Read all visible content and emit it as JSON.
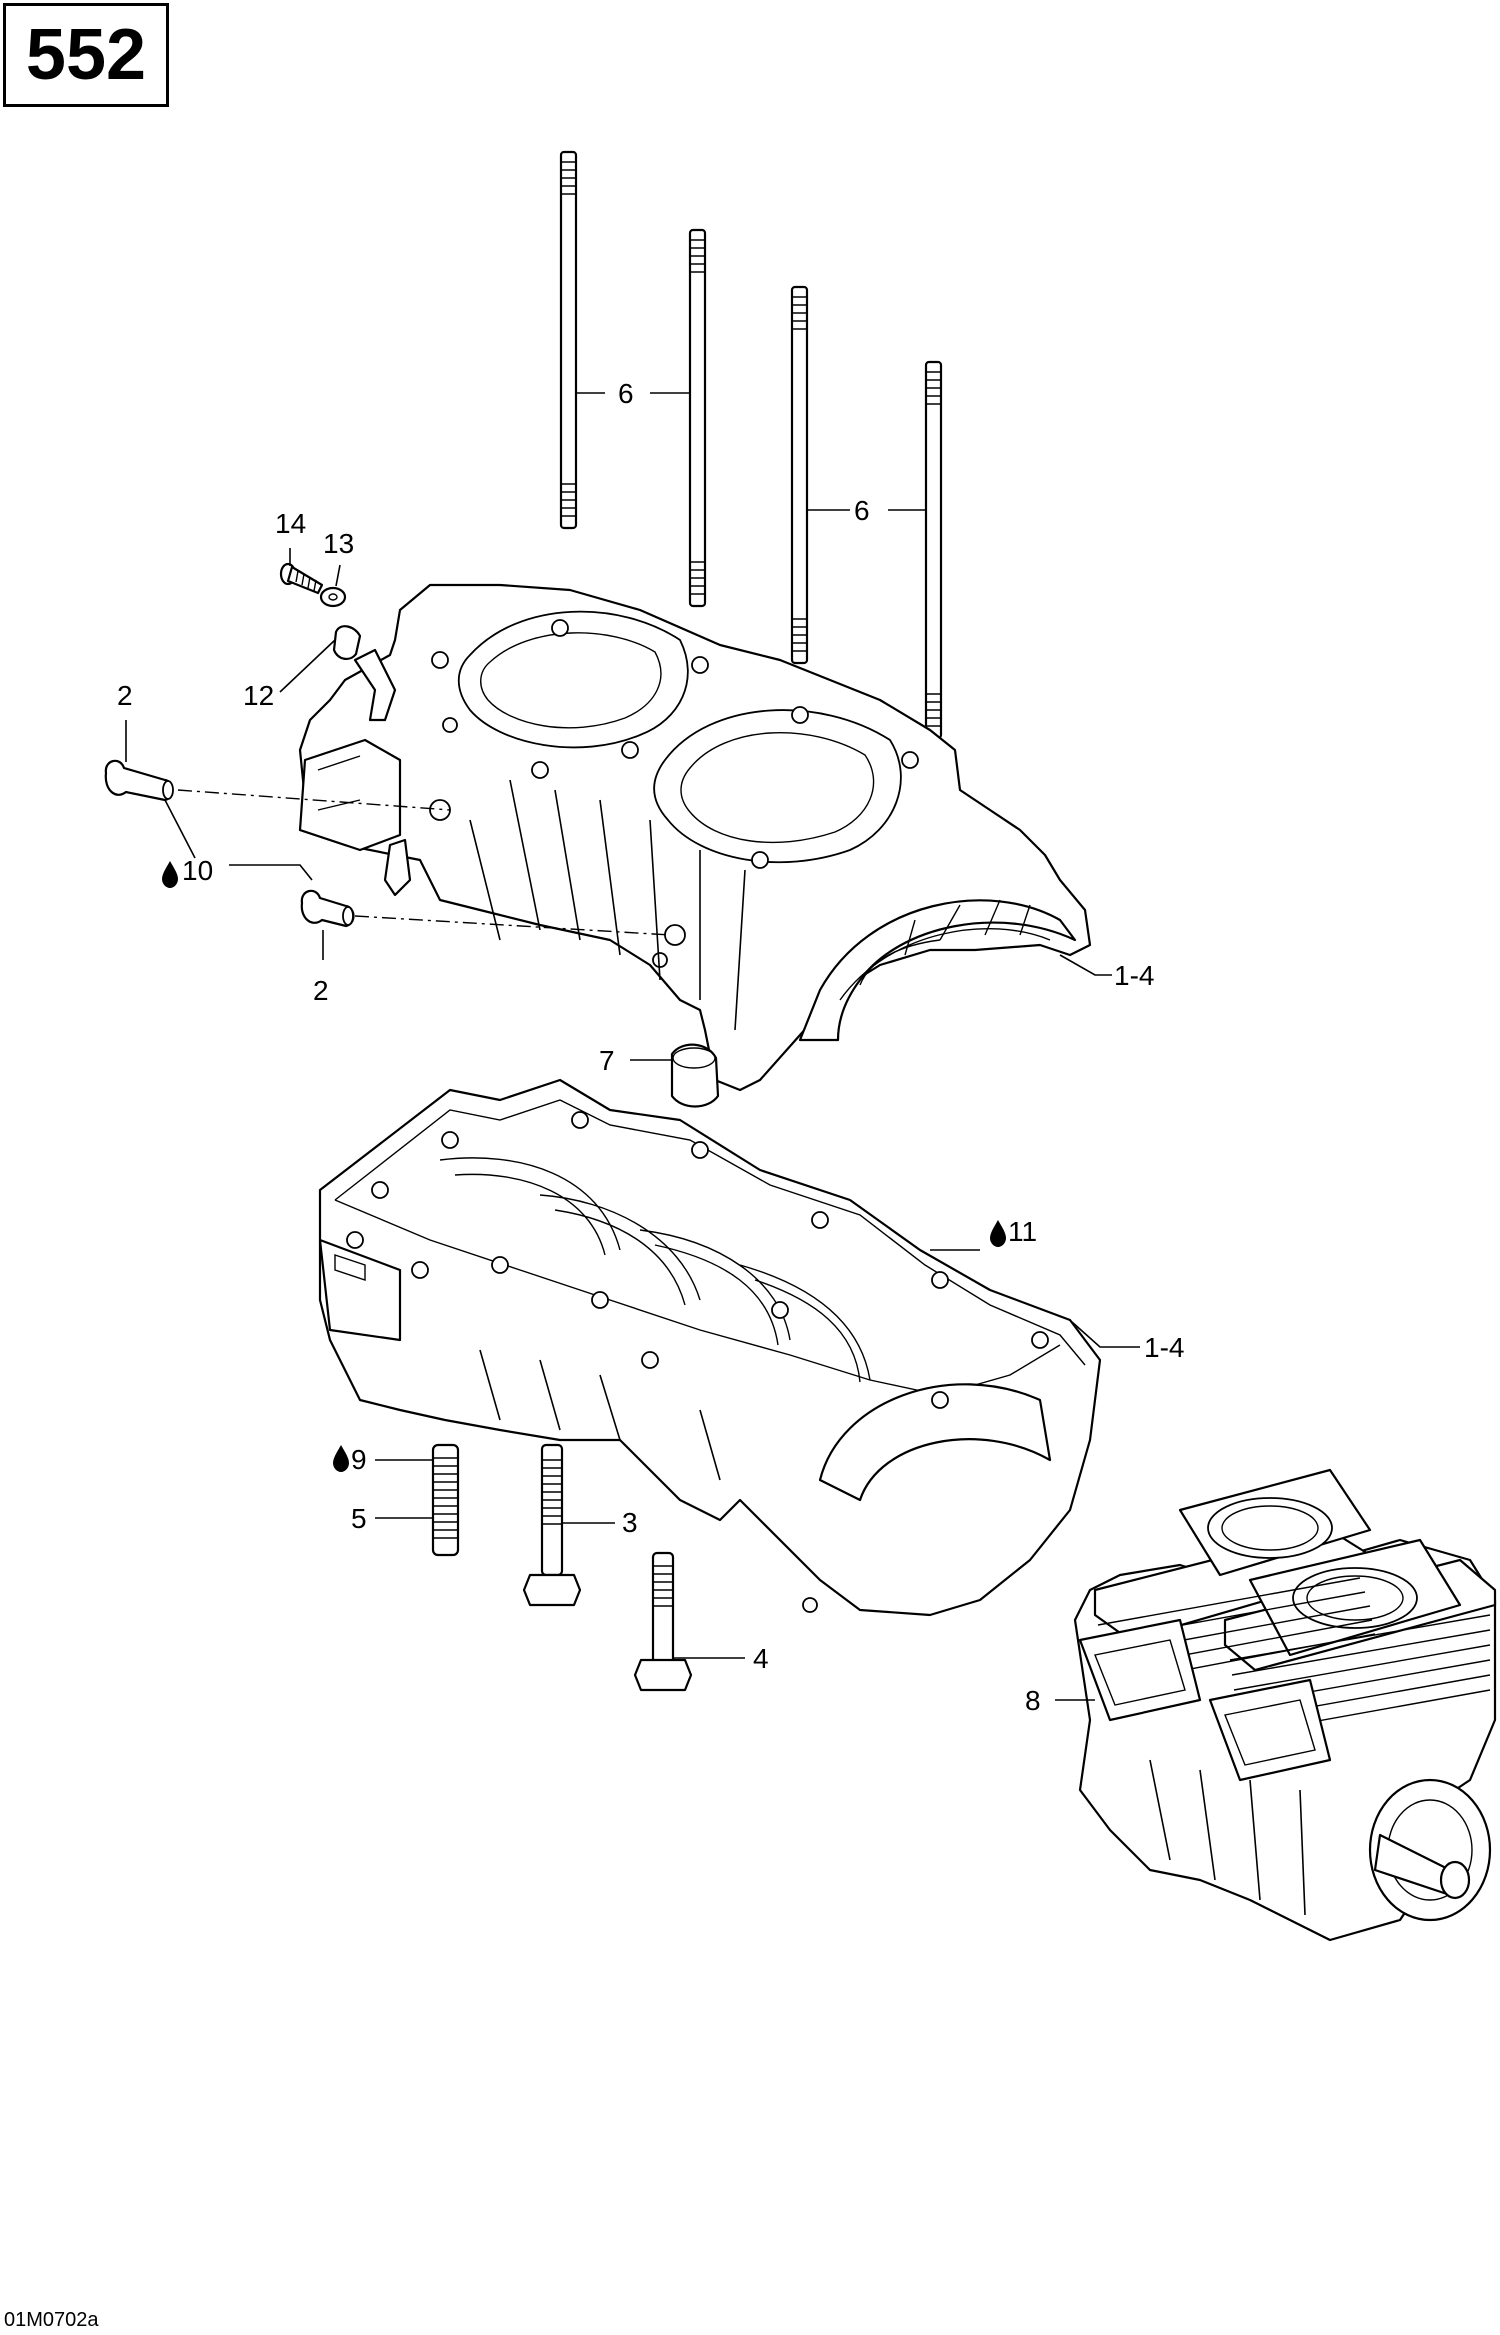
{
  "page_number": "552",
  "figure_code": "01M0702a",
  "callouts": {
    "c1_4_top": "1-4",
    "c1_4_bottom": "1-4",
    "c2_top": "2",
    "c2_bottom": "2",
    "c3": "3",
    "c4": "4",
    "c5": "5",
    "c6_left": "6",
    "c6_right": "6",
    "c7": "7",
    "c8": "8",
    "c9": "9",
    "c10": "10",
    "c11": "11",
    "c12": "12",
    "c13": "13",
    "c14": "14"
  },
  "icons": {
    "lubricant_mark": "oil-drop-icon"
  }
}
